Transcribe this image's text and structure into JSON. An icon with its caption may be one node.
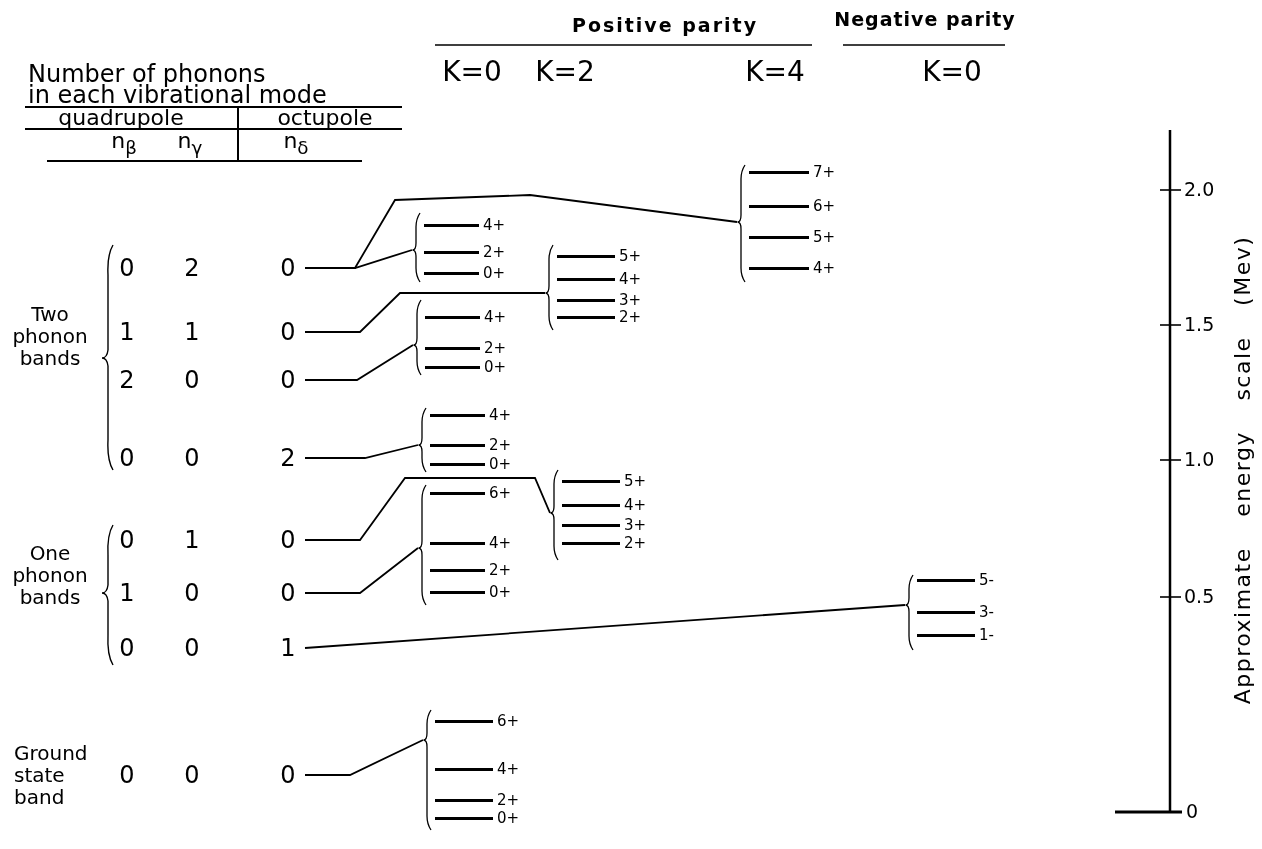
{
  "diagram": {
    "nodes": [
      {
        "text": [
          "0",
          "2",
          "0"
        ]
      },
      {
        "text": [
          "1",
          "1",
          "0"
        ]
      },
      {
        "text": [
          "2",
          "0",
          "0"
        ]
      },
      {
        "text": [
          "0",
          "0",
          "2"
        ]
      },
      {
        "text": [
          "0",
          "1",
          "0"
        ]
      },
      {
        "text": [
          "1",
          "0",
          "0"
        ]
      },
      {
        "text": [
          "0",
          "0",
          "1"
        ]
      },
      {
        "text": [
          "0",
          "0",
          "0"
        ]
      },
      {
        "text": [
          "4+",
          "2+",
          "0+"
        ]
      },
      {
        "text": [
          "7+",
          "6+",
          "5+",
          "4+"
        ]
      },
      {
        "text": [
          "5+",
          "4+",
          "3+",
          "2+"
        ]
      },
      {
        "text": [
          "4+",
          "2+",
          "0+"
        ]
      },
      {
        "text": [
          "4+",
          "2+",
          "0+"
        ]
      },
      {
        "text": [
          "6+",
          "4+",
          "2+",
          "0+"
        ]
      },
      {
        "text": [
          "5+",
          "4+",
          "3+",
          "2+"
        ]
      },
      {
        "text": [
          "5-",
          "3-",
          "1-"
        ]
      },
      {
        "text": [
          "6+",
          "4+",
          "2+",
          "0+"
        ]
      }
    ],
    "edges": [
      {
        "from": 0,
        "to": 8,
        "arrow": "none"
      },
      {
        "from": 0,
        "to": 9,
        "arrow": "none"
      },
      {
        "from": 1,
        "to": 10,
        "arrow": "none"
      },
      {
        "from": 2,
        "to": 11,
        "arrow": "none"
      },
      {
        "from": 3,
        "to": 12,
        "arrow": "none"
      },
      {
        "from": 4,
        "to": 14,
        "arrow": "none"
      },
      {
        "from": 5,
        "to": 13,
        "arrow": "none"
      },
      {
        "from": 6,
        "to": 15,
        "arrow": "none"
      },
      {
        "from": 7,
        "to": 16,
        "arrow": "none"
      }
    ],
    "labels": [
      "Positive parity",
      "Negative parity",
      "Number of phonons",
      "K=0",
      "K=2",
      "K=4",
      "K=0",
      "in each vibrational mode",
      "quadrupole",
      "octupole",
      "n$_{β}$",
      "n$_{γ}$",
      "n$_{δ}$",
      "2.0",
      "Two phonon bands",
      "1.5",
      "1.0",
      "One phonon bands",
      "0.5",
      "Approximate energy scale (Mev)",
      "Ground state band",
      "0"
    ]
  }
}
